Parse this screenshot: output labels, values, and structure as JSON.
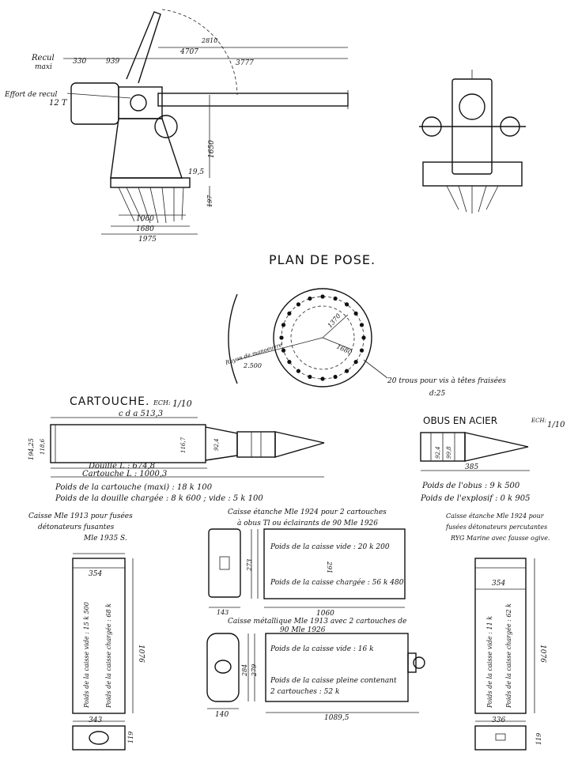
{
  "gun": {
    "recul_line1": "Recul",
    "recul_line2": "maxi",
    "effort_line1": "Effort de recul",
    "effort_line2": "12 T",
    "dim_330": "330",
    "dim_939": "939",
    "dim_4707": "4707",
    "dim_3777": "3777",
    "dim_arc": "2810",
    "dim_1650": "1650",
    "dim_197": "197",
    "dim_1975a": "19,5",
    "dim_1060": "1060",
    "dim_1680": "1680",
    "dim_1975": "1975"
  },
  "plan": {
    "title": "PLAN DE POSE.",
    "rayon_line1": "Rayon de manoeuvre",
    "rayon_line2": "2.500",
    "dim_1370": "1370",
    "dim_1680": "1680",
    "trous_note": "20 trous pour vis à têtes fraisées",
    "trous_dia": "d:25"
  },
  "cartouche": {
    "title": "CARTOUCHE.",
    "scale_label": "ECH:",
    "scale_frac": "1/10",
    "dim_cda": "c d a   513,3",
    "dim_194": "194,25",
    "dim_118": "118,6",
    "dim_116": "116,7",
    "dim_92": "92,4",
    "douille": "Douille  L : 674,8",
    "cartouche_len": "Cartouche  L : 1000,3",
    "poids1": "Poids de la cartouche (maxi) :  18 k 100",
    "poids2": "Poids de la douille chargée : 8 k 600 ; vide : 5 k 100"
  },
  "obus": {
    "title": "OBUS EN ACIER",
    "scale_label": "ECH:",
    "scale_frac": "1/10",
    "dim_385": "385",
    "dim_92": "92,4",
    "dim_99": "99,8",
    "poids1": "Poids de l'obus :  9 k 500",
    "poids2": "Poids de l'explosif : 0 k 905"
  },
  "caisse_left": {
    "caption1": "Caisse Mle 1913 pour fusées",
    "caption2": "détonateurs fusantes",
    "caption3": "Mle 1935 S.",
    "dim_354": "354",
    "dim_1076": "1076",
    "dim_343": "343",
    "dim_119": "119",
    "vide": "Poids de la caisse vide : 15 k 500",
    "chargee": "Poids de la caisse chargée : 68 k"
  },
  "caisse_mid_top": {
    "caption1": "Caisse étanche Mle 1924 pour 2 cartouches",
    "caption2": "à obus Tl ou éclairants de 90 Mle 1926",
    "dim_273": "273",
    "dim_291": "291",
    "dim_1060": "1060",
    "dim_143": "143",
    "vide": "Poids de la caisse vide : 20 k 200",
    "chargee": "Poids de la caisse chargée : 56 k 480"
  },
  "caisse_mid_bot": {
    "caption1": "Caisse métallique Mle 1913 avec 2 cartouches de",
    "caption2": "90 Mle 1926",
    "dim_284": "284",
    "dim_279": "279",
    "dim_140": "140",
    "dim_1089": "1089,5",
    "vide": "Poids de la caisse vide :  16 k",
    "pleine1": "Poids de la caisse pleine contenant",
    "pleine2": "2 cartouches :  52 k"
  },
  "caisse_right": {
    "caption1": "Caisse étanche Mle 1924 pour",
    "caption2": "fusées détonateurs percutantes",
    "caption3": "RYG Marine avec fausse ogive.",
    "dim_354": "354",
    "dim_1076": "1076",
    "dim_336": "336",
    "dim_119": "119",
    "vide": "Poids de la caisse vide : 11 k",
    "chargee": "Poids de la caisse chargée : 62 k"
  }
}
